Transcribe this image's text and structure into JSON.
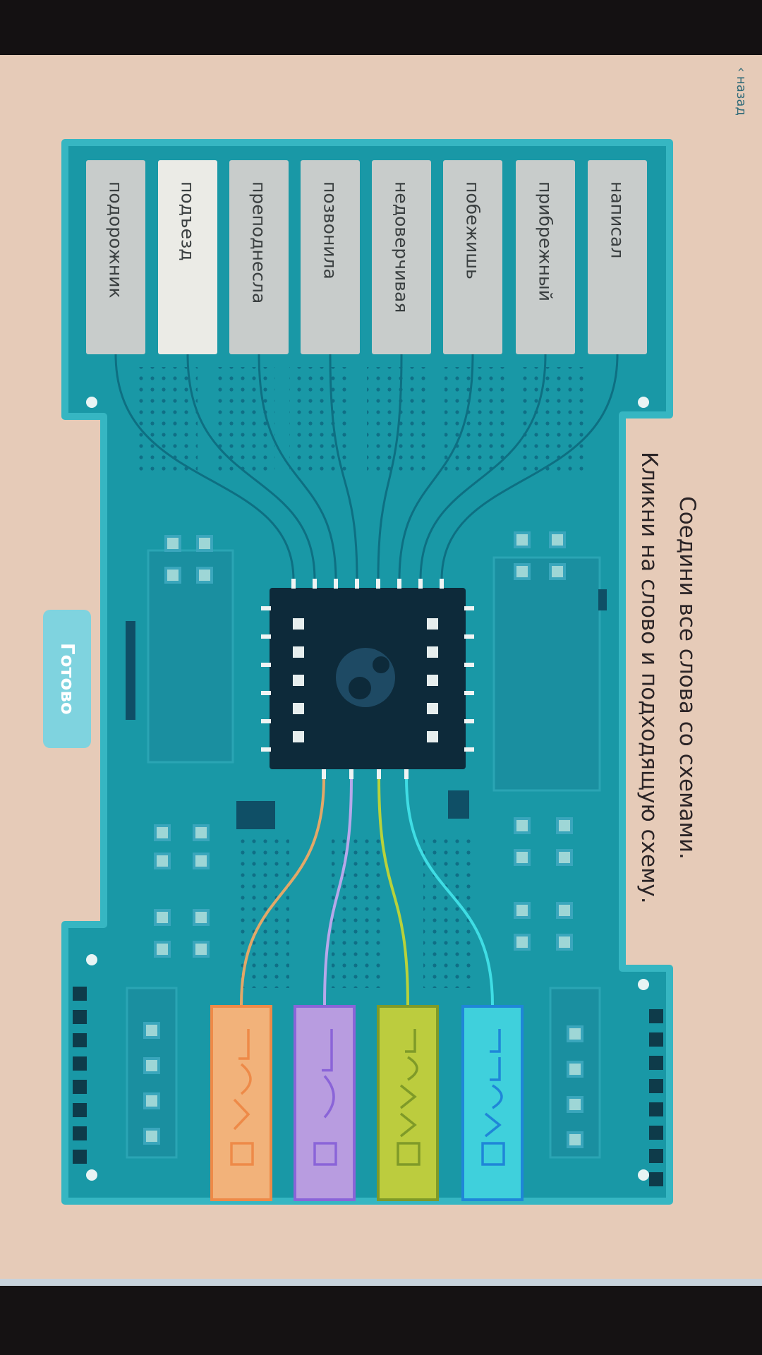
{
  "header": {
    "back_label": "‹ назад"
  },
  "instructions": {
    "title": "Соедини все слова со схемами.",
    "subtitle": "Кликни на слово и подходящую схему."
  },
  "words": [
    {
      "label": "подорожник",
      "selected": false
    },
    {
      "label": "подъезд",
      "selected": true
    },
    {
      "label": "преподнесла",
      "selected": false
    },
    {
      "label": "позвонила",
      "selected": false
    },
    {
      "label": "недоверчивая",
      "selected": false
    },
    {
      "label": "побежишь",
      "selected": false
    },
    {
      "label": "прибрежный",
      "selected": false
    },
    {
      "label": "написал",
      "selected": false
    }
  ],
  "schemas": [
    {
      "name": "orange",
      "fill": "#f2b27a",
      "stroke": "#ee8a48",
      "wire": "#e2a868",
      "parts": [
        "ending",
        "root",
        "suffix",
        "prefix"
      ]
    },
    {
      "name": "purple",
      "fill": "#b89ce0",
      "stroke": "#8a64d8",
      "wire": "#b6a8ea",
      "parts": [
        "ending",
        "root",
        "prefix"
      ]
    },
    {
      "name": "green",
      "fill": "#bccc3e",
      "stroke": "#7f9a28",
      "wire": "#b8d23a",
      "parts": [
        "ending",
        "root",
        "suffix",
        "suffix",
        "prefix"
      ]
    },
    {
      "name": "cyan",
      "fill": "#3fd0dc",
      "stroke": "#1f86d8",
      "wire": "#3fdde4",
      "parts": [
        "ending",
        "ending",
        "root",
        "suffix",
        "prefix"
      ]
    }
  ],
  "done_button": {
    "label": "Готово"
  },
  "colors": {
    "board": "#1998a6",
    "board_edge": "#36b6c2",
    "chip": "#0d2a3a",
    "background": "#e6cbb8"
  }
}
